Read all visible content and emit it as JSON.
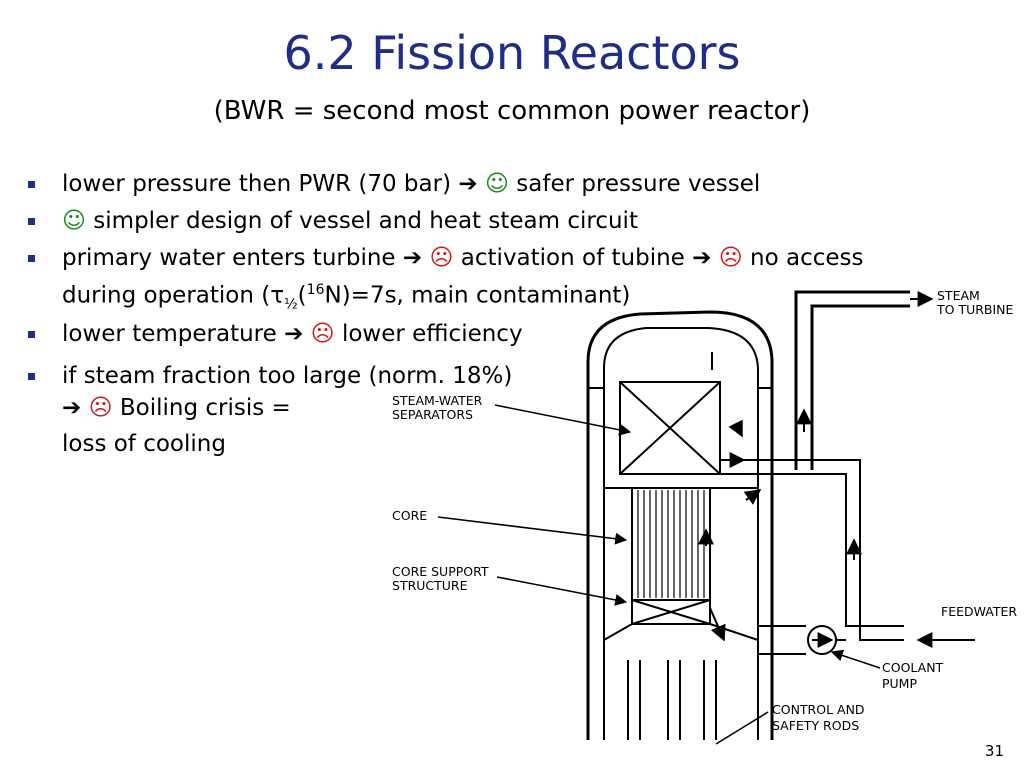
{
  "title": "6.2 Fission Reactors",
  "subtitle": "(BWR = second most common power reactor)",
  "bullets": {
    "b1": {
      "a": "lower pressure then PWR (70 bar)",
      "arrow": "➔",
      "smile": "☺",
      "b": "safer pressure vessel"
    },
    "b2": {
      "smile": "☺",
      "a": "simpler design of vessel and heat steam circuit"
    },
    "b3": {
      "a": "primary water enters turbine",
      "arrow1": "➔",
      "frown1": "☹",
      "b": "activation of tubine",
      "arrow2": "➔",
      "frown2": "☹",
      "c": "no access",
      "d": "during operation (",
      "tau": "τ",
      "half": "½",
      "e": "(",
      "mass": "16",
      "f": "N)=7s, main contaminant)"
    },
    "b4": {
      "a": "lower temperature",
      "arrow": "➔",
      "frown": "☹",
      "b": "lower efficiency"
    },
    "b5": {
      "a": "if steam fraction too large (norm. 18%)",
      "arrow": "➔",
      "frown": "☹",
      "b": "Boiling crisis =",
      "c": "loss of cooling"
    }
  },
  "diagram": {
    "labels": {
      "steam1": "STEAM",
      "steam2": "TO TURBINE",
      "sep1": "STEAM-WATER",
      "sep2": "SEPARATORS",
      "core": "CORE",
      "support1": "CORE SUPPORT",
      "support2": "STRUCTURE",
      "feedwater": "FEEDWATER",
      "pump1": "COOLANT",
      "pump2": "PUMP",
      "rods1": "CONTROL AND",
      "rods2": "SAFETY RODS"
    }
  },
  "page_number": "31"
}
